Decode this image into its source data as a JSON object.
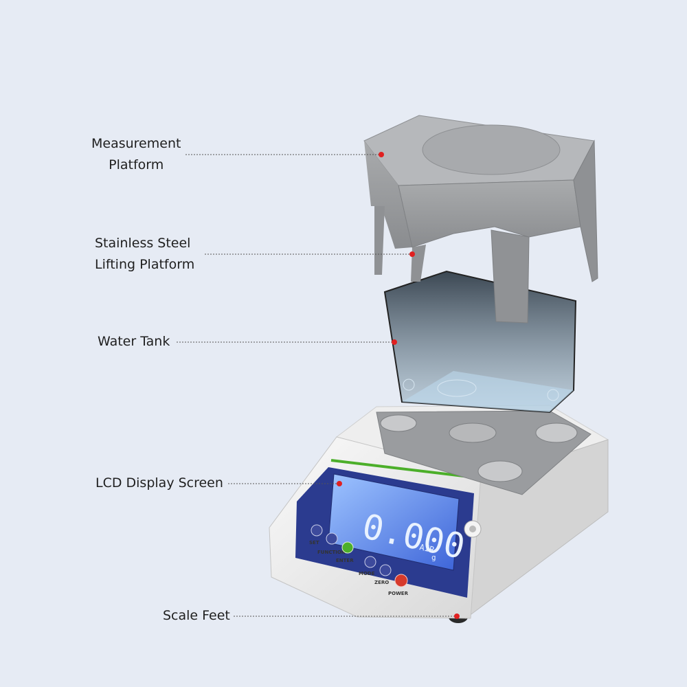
{
  "labels": {
    "measurement_platform": [
      "Measurement",
      "Platform"
    ],
    "lifting_platform": [
      "Stainless Steel",
      "Lifting Platform"
    ],
    "water_tank": "Water Tank",
    "lcd_screen": "LCD Display Screen",
    "scale_feet": "Scale Feet"
  },
  "lcd": {
    "reading": "0.000",
    "mode": "AIR",
    "unit": "g"
  },
  "buttons": {
    "set": "SET",
    "function": "FUNCTION",
    "enter": "ENTER",
    "mode": "MODE",
    "zero": "ZERO",
    "power": "POWER"
  },
  "colors": {
    "background": "#e6ebf4",
    "marker": "#e02020",
    "lcd_blue": "#2b3b8f",
    "accent_green": "#4caf2a",
    "power_red": "#d63a2c"
  }
}
